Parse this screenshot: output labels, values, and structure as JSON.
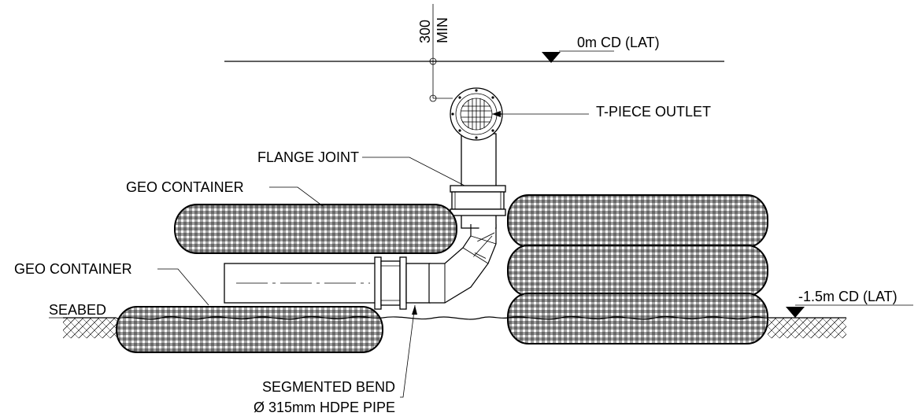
{
  "dimensions": {
    "value": "300",
    "unit": "MIN"
  },
  "levels": {
    "top": "0m CD (LAT)",
    "bottom": "-1.5m CD (LAT)"
  },
  "labels": {
    "t_piece": "T-PIECE OUTLET",
    "flange": "FLANGE JOINT",
    "geo_upper": "GEO CONTAINER",
    "geo_lower": "GEO CONTAINER",
    "seabed": "SEABED",
    "bend_line1": "SEGMENTED BEND",
    "bend_line2": "Ø 315mm HDPE PIPE"
  }
}
